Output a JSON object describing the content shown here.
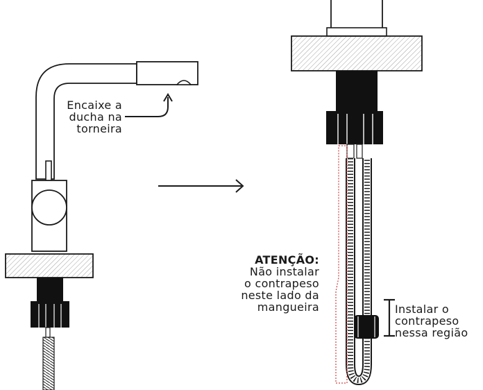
{
  "labels": {
    "attach": [
      "Encaixe a",
      "ducha na",
      "torneira"
    ],
    "warning_title": "ATENÇÃO:",
    "warning_body": [
      "Não instalar",
      "o contrapeso",
      "neste lado da",
      "mangueira"
    ],
    "install": [
      "Instalar o",
      "contrapeso",
      "nessa região"
    ]
  },
  "colors": {
    "stroke": "#1a1a1a",
    "fill_dark": "#111111",
    "dashed": "#d04040"
  }
}
